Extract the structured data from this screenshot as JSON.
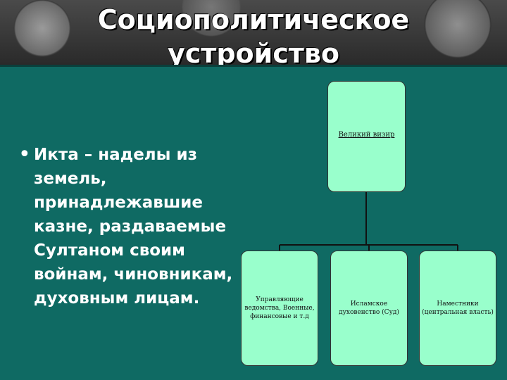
{
  "slide": {
    "title_line1": "Социополитическое",
    "title_line2": "устройство",
    "bullet_symbol": "•",
    "bullet_text": "Икта – наделы из земель, принадлежавшие казне, раздаваемые Султаном своим войнам, чиновникам, духовным лицам."
  },
  "diagram": {
    "root": "Великий визир",
    "children": [
      "Управляющие ведомства, Военные, финансовые и т.д",
      "Исламское духовенство (Суд)",
      "Наместники (центральная власть)"
    ]
  },
  "colors": {
    "background": "#0f6a63",
    "box_fill": "#99ffcc",
    "text_light": "#ffffff"
  }
}
